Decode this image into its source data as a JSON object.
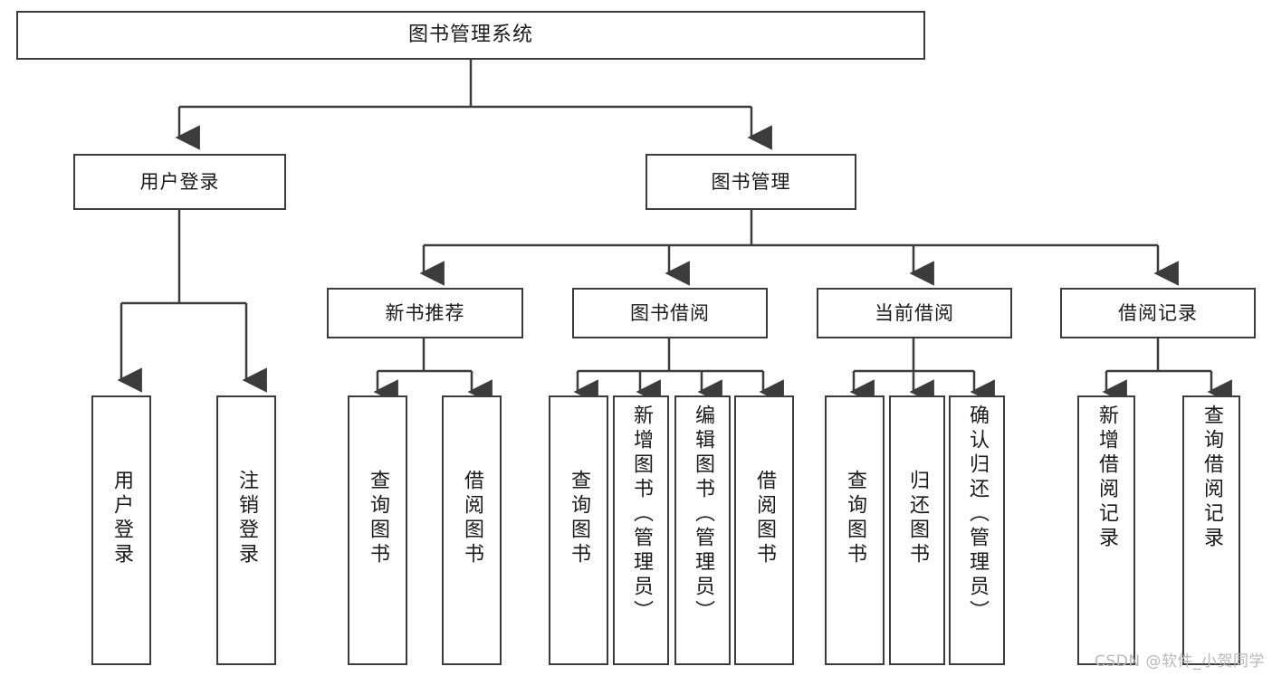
{
  "diagram": {
    "type": "tree-hierarchy-chart",
    "title": "图书管理系统",
    "stroke_color": "#3c3c3c",
    "background_color": "#ffffff",
    "text_color": "#1a1a1a"
  },
  "nodes": {
    "root": {
      "label": "图书管理系统"
    },
    "level2": [
      {
        "id": "user-login",
        "label": "用户登录"
      },
      {
        "id": "book-management",
        "label": "图书管理"
      }
    ],
    "level3": [
      {
        "id": "new-book-recommend",
        "label": "新书推荐"
      },
      {
        "id": "book-borrow",
        "label": "图书借阅"
      },
      {
        "id": "current-borrow",
        "label": "当前借阅"
      },
      {
        "id": "borrow-record",
        "label": "借阅记录"
      }
    ],
    "leaves": {
      "user_login": [
        {
          "id": "leaf-user-login",
          "label": "用户登录"
        },
        {
          "id": "leaf-logout-login",
          "label": "注销登录"
        }
      ],
      "new_book_recommend": [
        {
          "id": "leaf-query-book-1",
          "label": "查询图书"
        },
        {
          "id": "leaf-borrow-book-1",
          "label": "借阅图书"
        }
      ],
      "book_borrow": [
        {
          "id": "leaf-query-book-2",
          "label": "查询图书"
        },
        {
          "id": "leaf-add-book",
          "label": "新增图书（管理员）"
        },
        {
          "id": "leaf-edit-book",
          "label": "编辑图书（管理员）"
        },
        {
          "id": "leaf-borrow-book-2",
          "label": "借阅图书"
        }
      ],
      "current_borrow": [
        {
          "id": "leaf-query-book-3",
          "label": "查询图书"
        },
        {
          "id": "leaf-return-book",
          "label": "归还图书"
        },
        {
          "id": "leaf-confirm-return",
          "label": "确认归还（管理员）"
        }
      ],
      "borrow_record": [
        {
          "id": "leaf-add-borrow-record",
          "label": "新增借阅记录"
        },
        {
          "id": "leaf-query-borrow-record",
          "label": "查询借阅记录"
        }
      ]
    }
  },
  "watermark": {
    "text": "CSDN @软件_小贺同学"
  }
}
